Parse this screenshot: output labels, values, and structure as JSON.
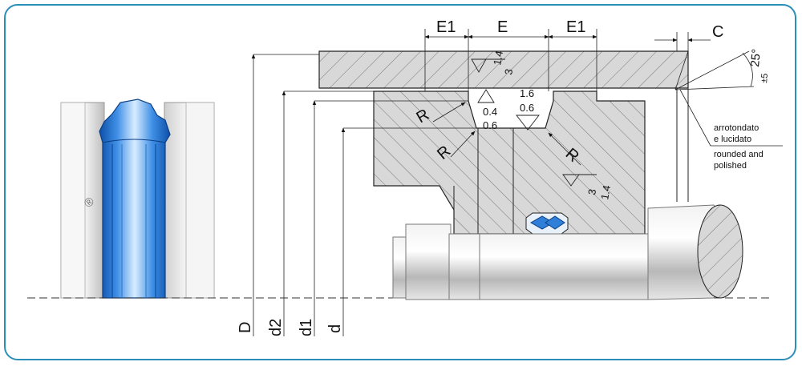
{
  "colors": {
    "frame": "#2a8fb8",
    "seal_blue": "#1f6fd1",
    "hatch_fill": "#dcdcdc",
    "steel": "#c9c9c9"
  },
  "dimensions": {
    "E1_left": "E1",
    "E": "E",
    "E1_right": "E1",
    "C": "C",
    "angle": "25°",
    "angle_tol": "±5",
    "D": "D",
    "d2": "d2",
    "d1": "d1",
    "d": "d"
  },
  "roughness": {
    "top_a": "1.4",
    "top_b": "3",
    "mid_a": "1.6",
    "mid_b": "0.6",
    "left_a": "0.4",
    "left_b": "0.6",
    "right_a": "3",
    "right_b": "1.4"
  },
  "radii": {
    "r1": "R",
    "r2": "R",
    "r3": "R"
  },
  "notes": {
    "it_line1": "arrotondato",
    "it_line2": "e lucidato",
    "en_line1": "rounded and",
    "en_line2": "polished"
  }
}
